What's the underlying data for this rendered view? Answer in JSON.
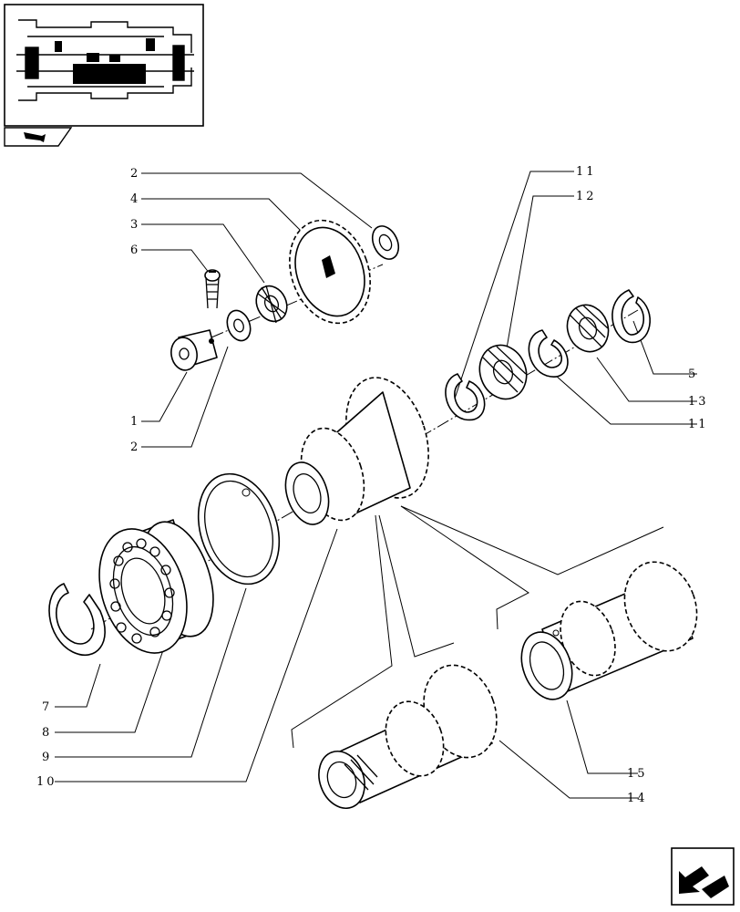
{
  "callouts": [
    {
      "id": "c2a",
      "label": "2"
    },
    {
      "id": "c4",
      "label": "4"
    },
    {
      "id": "c3",
      "label": "3"
    },
    {
      "id": "c6",
      "label": "6"
    },
    {
      "id": "c1",
      "label": "1"
    },
    {
      "id": "c2b",
      "label": "2"
    },
    {
      "id": "c11a",
      "label": "11"
    },
    {
      "id": "c12",
      "label": "12"
    },
    {
      "id": "c5",
      "label": "5"
    },
    {
      "id": "c13",
      "label": "13"
    },
    {
      "id": "c11b",
      "label": "11"
    },
    {
      "id": "c7",
      "label": "7"
    },
    {
      "id": "c8",
      "label": "8"
    },
    {
      "id": "c9",
      "label": "9"
    },
    {
      "id": "c10",
      "label": "10"
    },
    {
      "id": "c15",
      "label": "15"
    },
    {
      "id": "c14",
      "label": "14"
    }
  ],
  "icons": {
    "thumbnail": "transmission-cross-section-icon",
    "header_tab": "catalog-arrow-icon",
    "next_page": "next-page-arrow-icon"
  }
}
